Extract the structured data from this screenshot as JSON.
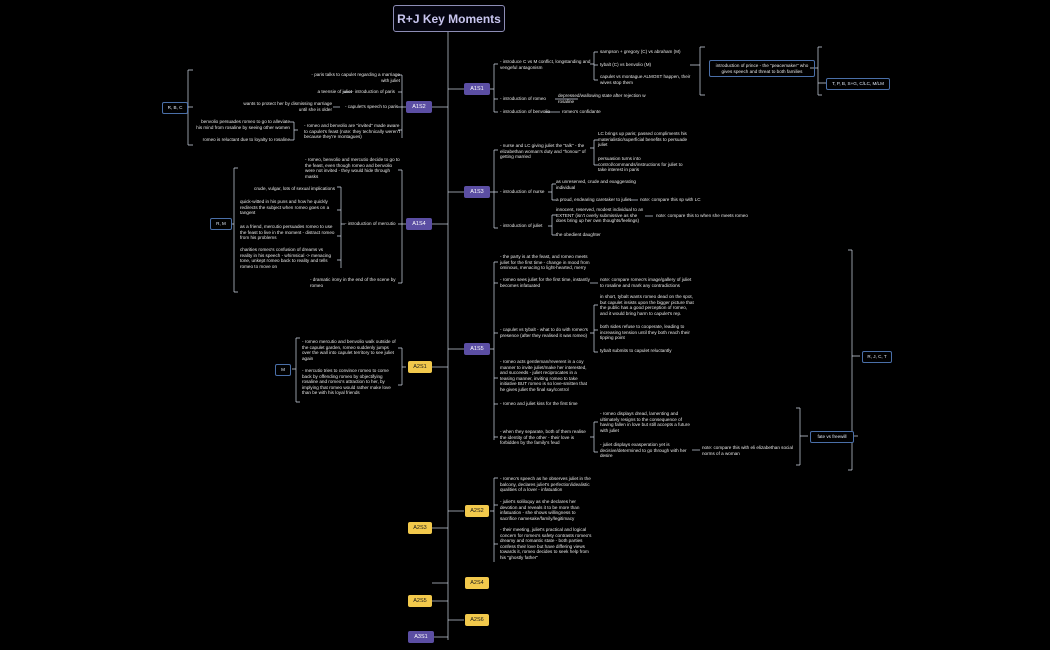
{
  "title": "R+J Key Moments",
  "nodes": {
    "a1s1": "A1S1",
    "a1s2": "A1S2",
    "a1s3": "A1S3",
    "a1s4": "A1S4",
    "a1s5": "A1S5",
    "a2s1": "A2S1",
    "a2s2": "A2S2",
    "a2s3": "A2S3",
    "a2s4": "A2S4",
    "a2s5": "A2S5",
    "a2s6": "A2S6",
    "a3s1": "A3S1"
  },
  "tags": {
    "rbc": "R, B, C",
    "rm1": "R, M",
    "m": "M",
    "tbsmc": "T, P, B, S+G, C/LC, M/LM",
    "rjct": "R, J, C, T",
    "fate": "fate vs freewill"
  },
  "a1s1": {
    "t1": "- introduce C vs M conflict, longstanding and vengeful antagonism",
    "t2": "- introduction of romeo",
    "t3": "- introduction of benvolio",
    "c1": "sampson + gregory (C) vs abraham (M)",
    "c2": "tybalt (C) vs benvolio (M)",
    "c3": "capulet vs montague ALMOST happen, their wives stop them",
    "prince": "introduction of prince - the \"peacemaker\" who gives speech and threat to both families",
    "romeo": "depressed/wallowing state after rejection w rosaline",
    "benvolio": "romeo's confidante"
  },
  "a1s2": {
    "paris": "- paris talks to capulet regarding a marriage with juliet",
    "juliet": "a teensie of juliet",
    "introPar": "- introduction of paris",
    "wants": "wants to protect her by dismissing marriage until she is older",
    "speech": "- capulet's speech to paris",
    "ben": "benvolio persuades romeo to go to alleviate his mind from rosaline by seeing other women",
    "reluct": "romeo is reluctant due to loyalty to rosaline",
    "invited": "- romeo and benvolio are \"invited\" made aware to capulet's feast (note: they technically weren't because they're montagues)"
  },
  "a1s3": {
    "nurse_lc": "- nurse and LC giving juliet the \"talk\" - the elizabethan woman's duty and \"honour\" of getting married",
    "lc1": "LC brings up paris; passed compliments his materialistic/superficial benefits to persuade juliet",
    "lc2": "persuasion turns into control/commands/instructions for juliet to take interest in paris",
    "nurse": "- introduction of nurse",
    "nr1": "as unreserved, crude and exaggerating individual",
    "nr2": "a proud, endearing caretaker to juliet",
    "nr2note": "note: compare this sp with LC",
    "juliet": "- introduction of juliet",
    "jl1": "innocent, reserved, modest individual to an EXTENT (isn't overly submissive as she does bring up her own thoughts/feelings)",
    "jl1note": "note: compare this to when she meets romeo",
    "jl2": "the obedient daughter"
  },
  "a1s4": {
    "t1": "- romeo, benvolio and mercutio decide to go to the feast, even though romeo and benvolio were not invited - they would hide through masks",
    "m1": "crude, vulgar, lots of sexual implications",
    "m2": "quick-witted in his puns and how he quickly redirects the subject when romeo goes on a tangent",
    "m3": "as a friend, mercutio persuades romeo to use the feast to live in the moment - distract romeo from his problems",
    "m4": "charities romeo's confusion of dreams vs reality in his speech - whimsical -> menacing tone, unkept romeo back to reality and tells romeo to move on",
    "merc": "- introduction of mercutio",
    "irony": "- dramatic irony in the end of the scene by romeo"
  },
  "a1s5": {
    "party": "- the party is at the feast, and romeo meets juliet for the first time - change in mood from ominous, menacing to light-hearted, merry",
    "sees": "- romeo sees juliet for the first time, instantly becomes infatuated",
    "seesnote": "note: compare romeo's image/gallery of juliet to rosaline and mark any contradictions",
    "tyb": "- capulet vs tybalt - what to do with romeo's presence (after they realised it was romeo)",
    "tb1": "in short, tybalt wants romeo dead on the spot, but capulet insists upon the bigger picture that the public has a good perception of romeo, and it would bring harm to capulet's rep.",
    "tb2": "both sides refuse to cooperate, leading to increasing tension until they both reach their tipping point",
    "tb3": "tybalt submits to capulet reluctantly",
    "gent": "- romeo acts gentleman/reverent in a coy manner to invite juliet/make her interested, and succeeds - juliet reciprocates in a teasing manner, inviting romeo to take initiative BUT romeo is so love-smitten that he gives juliet the final say/control",
    "kiss": "- romeo and juliet kiss for the first time",
    "sep": "- when they separate, both of them realise the identity of the other - their love is forbidden by the family's feud",
    "sp1": "- romeo displays dread, lamenting and ultimately resigns to the consequence of having fallen in love but still accepts a future with juliet",
    "sp2": "- juliet displays exasperation yet is decisive/determined to go through with her desire",
    "sp2note": "note: compare this with eli elizabethan social norms of a woman"
  },
  "a2s1": {
    "t1": "- romeo mercutio and benvolio walk outside of the capulet garden, romeo suddenly jumps over the wall into capulet territory to see juliet again",
    "t2": "- mercutio tries to convince romeo to come back by offending romeo by objectifying rosaline and romeo's attraction to her, by implying that romeo would rather make love than be with his loyal friends"
  },
  "a2s2": {
    "t1": "- romeo's speech as he observes juliet in the balcony, declares juliet's perfection/idealistic qualities of a lover - infatuation",
    "t2": "- juliet's soliloquy as she declares her devotion and reveals it to be more than infatuation - she shows willingness to sacrifice namesake/family/legitimacy",
    "t3": "- their meeting, juliet's practical and logical concern for romeo's safety contrasts romeo's dreamy and romantic state - both parties confess their love but have differing views towards it, romeo decides to seek help from his \"ghostly father\""
  }
}
